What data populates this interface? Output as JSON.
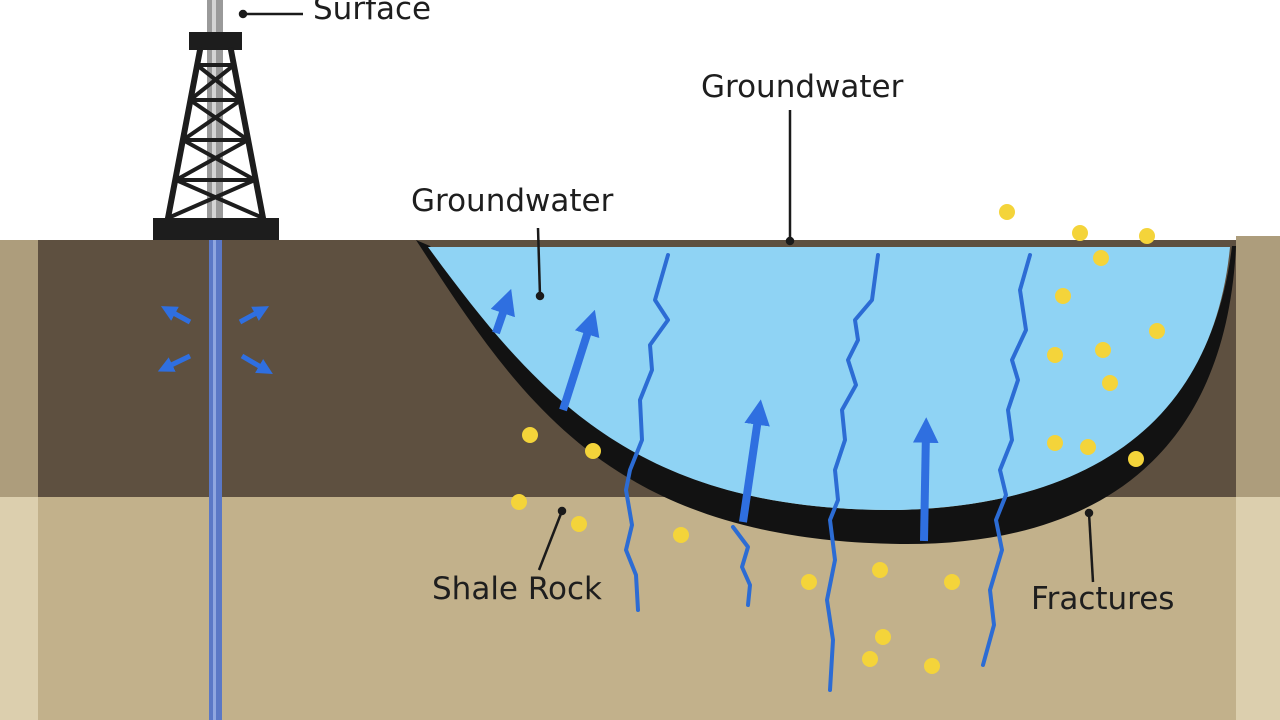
{
  "labels": {
    "surface": "Surface",
    "groundwater_top": "Groundwater",
    "groundwater_left": "Groundwater",
    "shale_rock": "Shale Rock",
    "fractures": "Fractures"
  },
  "colors": {
    "sky": "#ffffff",
    "upper_soil": "#5e5040",
    "shale": "#c2b18b",
    "edge_soil": "#ad9d7c",
    "edge_shale": "#dccfae",
    "water": "#8fd3f4",
    "basin_liner": "#121212",
    "flow_arrow": "#2f6fe0",
    "fracture": "#2c6cd4",
    "contaminant": "#f4d43a",
    "well_pipe": "#5b78c6",
    "rig": "#1d1d1d",
    "leader_line": "#1a1a1a"
  }
}
